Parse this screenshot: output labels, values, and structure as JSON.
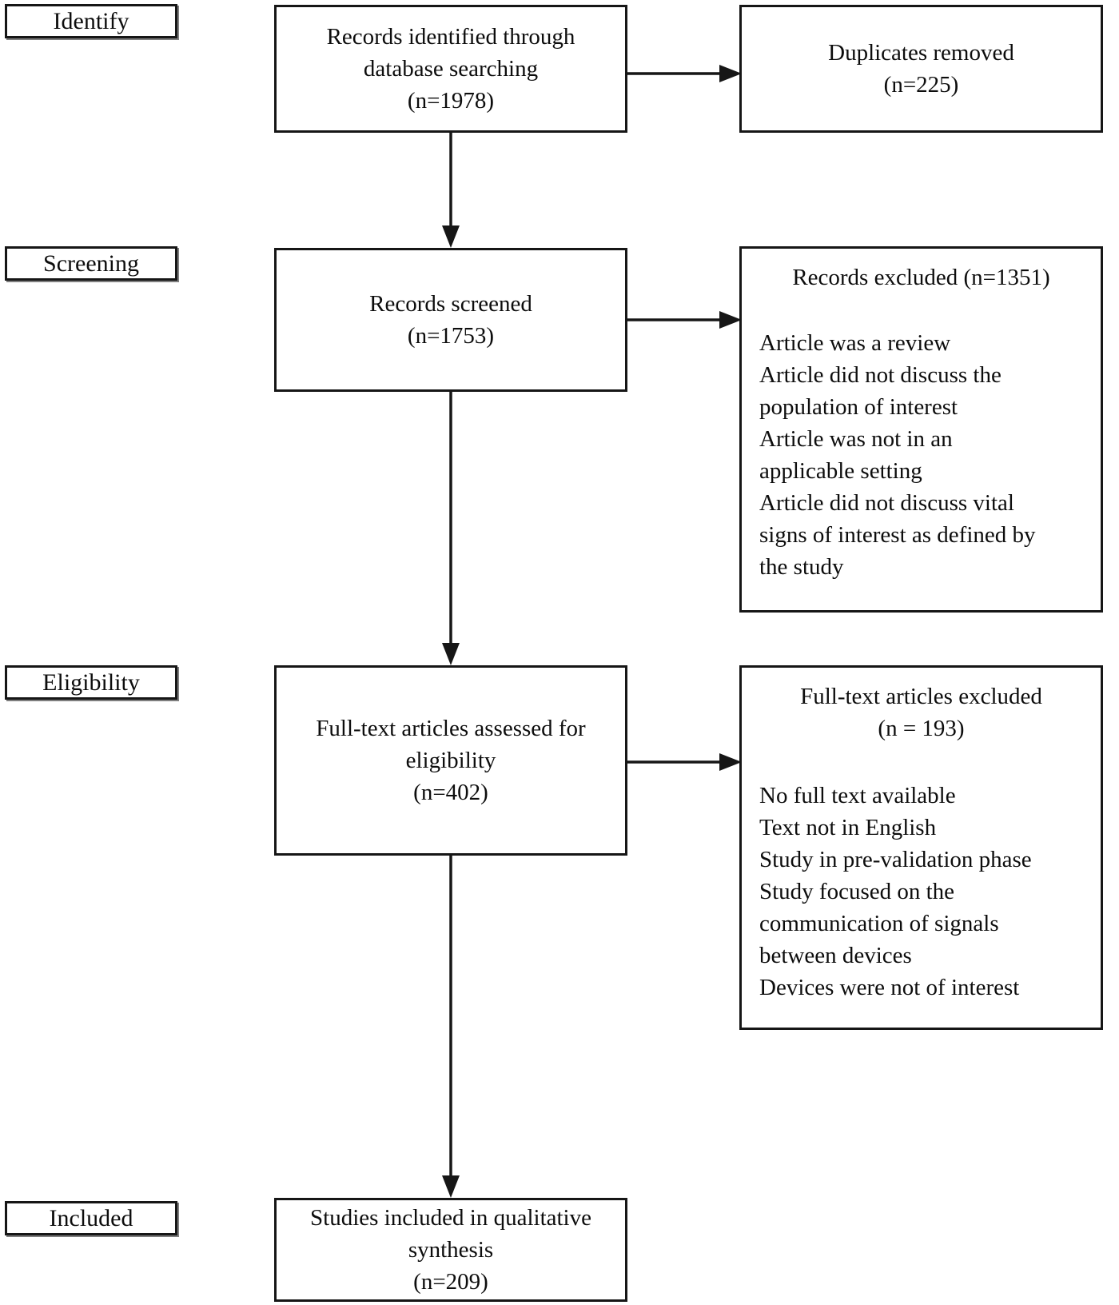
{
  "stages": [
    {
      "label": "Identify"
    },
    {
      "label": "Screening"
    },
    {
      "label": "Eligibility"
    },
    {
      "label": "Included"
    }
  ],
  "main": {
    "identification": {
      "lines": [
        "Records identified through",
        "database searching",
        "(n=1978)"
      ]
    },
    "screening": {
      "lines": [
        "Records screened",
        "(n=1753)"
      ]
    },
    "eligibility": {
      "lines": [
        "Full-text articles assessed for",
        "eligibility",
        "(n=402)"
      ]
    },
    "included": {
      "lines": [
        "Studies included in qualitative",
        "synthesis",
        "(n=209)"
      ]
    }
  },
  "side": {
    "duplicates": {
      "lines": [
        "Duplicates removed",
        "(n=225)"
      ]
    },
    "records_excluded": {
      "header": "Records excluded (n=1351)",
      "reasons": [
        "Article was a review",
        "Article did not discuss the\npopulation of interest",
        "Article was not in an\napplicable setting",
        "Article did not discuss vital\nsigns of interest as defined by\nthe study"
      ]
    },
    "fulltext_excluded": {
      "header_lines": [
        "Full-text articles excluded",
        "(n = 193)"
      ],
      "reasons": [
        "No full text available",
        "Text not in English",
        "Study in pre-validation phase",
        "Study focused on the\ncommunication of signals\nbetween devices",
        "Devices were not of interest"
      ]
    }
  }
}
